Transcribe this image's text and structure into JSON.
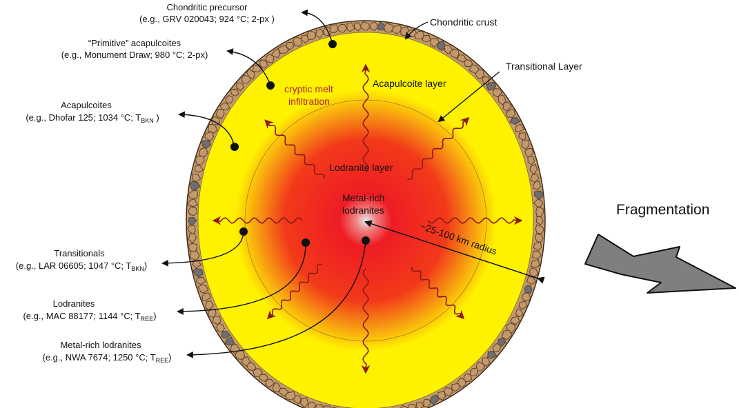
{
  "inner_labels": {
    "crust": "Chondritic crust",
    "transitional_layer": "Transitional Layer",
    "acapulcoite_layer": "Acapulcoite layer",
    "cryptic_line1": "cryptic melt",
    "cryptic_line2": "infiltration",
    "lodranite_layer": "Lodranite layer",
    "core_line1": "Metal-rich",
    "core_line2": "lodranites",
    "radius": "~25-100 km radius"
  },
  "fragmentation": "Fragmentation",
  "callouts": [
    {
      "title": "Chondritic precursor",
      "detail": "(e.g., GRV 020043; 924 °C; 2-px )"
    },
    {
      "title": "“Primitive” acapulcoites",
      "detail": "(e.g., Monument Draw; 980 °C; 2-px)"
    },
    {
      "title": "Acapulcoites",
      "detail_pre": "(e.g., Dhofar 125; 1034 °C; T",
      "sub": "BKN",
      "detail_post": " )"
    },
    {
      "title": "Transitionals",
      "detail_pre": "(e.g., LAR 06605; 1047 °C; T",
      "sub": "BKN",
      "detail_post": ")"
    },
    {
      "title": "Lodranites",
      "detail_pre": "(e.g., MAC 88177; 1144 °C; T",
      "sub": "REE",
      "detail_post": ")"
    },
    {
      "title": "Metal-rich lodranites",
      "detail_pre": "(e.g., NWA 7674; 1250 °C; T",
      "sub": "REE",
      "detail_post": ")"
    }
  ],
  "colors": {
    "yellow": "#fff200",
    "red": "#ee1c24",
    "crust": "#c49a6c",
    "crust_outline": "#5a3f2a",
    "arrow_red": "#8b1a1a",
    "big_arrow": "#7f7f7f"
  }
}
